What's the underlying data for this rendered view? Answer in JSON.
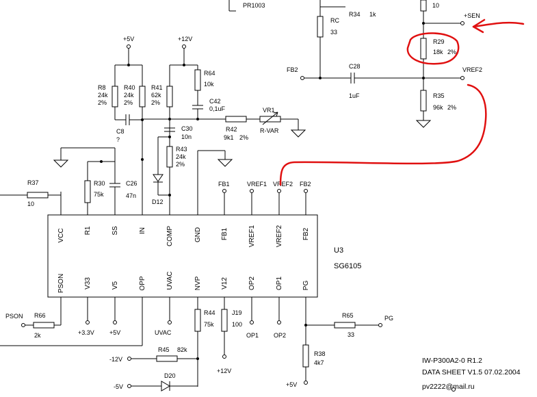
{
  "chip": {
    "ref": "U3",
    "part": "SG6105"
  },
  "pins_top": [
    "VCC",
    "R1",
    "SS",
    "IN",
    "COMP",
    "GND",
    "FB1",
    "VREF1",
    "VREF2",
    "FB2"
  ],
  "pins_bottom": [
    "PSON",
    "V33",
    "V5",
    "OPP",
    "UVAC",
    "NVP",
    "V12",
    "OP2",
    "OP1",
    "PG"
  ],
  "net_labels": {
    "fb1": "FB1",
    "vref1": "VREF1",
    "vref2": "VREF2",
    "fb2": "FB2",
    "fb2_in": "FB2",
    "vref2_out": "VREF2",
    "sen": "+SEN",
    "pson": "PSON",
    "pg": "PG",
    "pr1003": "PR1003",
    "p5v_top": "+5V",
    "p12v_top": "+12V",
    "p33v": "+3.3V",
    "p5v_b": "+5V",
    "uvac": "UVAC",
    "op1": "OP1",
    "op2": "OP2",
    "p12v_b": "+12V",
    "m12v": "-12V",
    "m5v": "-5V",
    "p5v_pg": "+5V"
  },
  "components": {
    "r8": {
      "ref": "R8",
      "value": "24k",
      "tol": "2%"
    },
    "r40": {
      "ref": "R40",
      "value": "24k",
      "tol": "2%"
    },
    "r41": {
      "ref": "R41",
      "value": "62k",
      "tol": "2%"
    },
    "r64": {
      "ref": "R64",
      "value": "10k"
    },
    "c42": {
      "ref": "C42",
      "value": "0,1uF"
    },
    "c8": {
      "ref": "C8",
      "value": "?"
    },
    "c30": {
      "ref": "C30",
      "value": "10n"
    },
    "r42": {
      "ref": "R42",
      "value": "9k1",
      "tol": "2%"
    },
    "vr1": {
      "ref": "VR1",
      "value": "R-VAR"
    },
    "r43": {
      "ref": "R43",
      "value": "24k",
      "tol": "2%"
    },
    "d12": {
      "ref": "D12"
    },
    "r37": {
      "ref": "R37",
      "value": "10"
    },
    "r30": {
      "ref": "R30",
      "value": "75k"
    },
    "c26": {
      "ref": "C26",
      "value": "47n"
    },
    "rc": {
      "ref": "RC",
      "value": "33"
    },
    "r34": {
      "ref": "R34",
      "value": "1k"
    },
    "r_top": {
      "value": "10"
    },
    "r29": {
      "ref": "R29",
      "value": "18k",
      "tol": "2%"
    },
    "c28": {
      "ref": "C28",
      "value": "1uF"
    },
    "r35": {
      "ref": "R35",
      "value": "96k",
      "tol": "2%"
    },
    "r66": {
      "ref": "R66",
      "value": "2k"
    },
    "r44": {
      "ref": "R44",
      "value": "75k"
    },
    "j19": {
      "ref": "J19",
      "value": "100"
    },
    "r65": {
      "ref": "R65",
      "value": "33"
    },
    "r38": {
      "ref": "R38",
      "value": "4k7"
    },
    "r45": {
      "ref": "R45",
      "value": "82k"
    },
    "d20": {
      "ref": "D20"
    }
  },
  "footer": {
    "line1": "IW-P300A2-0 R1.2",
    "line2": "DATA SHEET V1.5 07.02.2004",
    "line3": "pv2222@mail.ru"
  },
  "annotation": {
    "color": "#e01010"
  }
}
